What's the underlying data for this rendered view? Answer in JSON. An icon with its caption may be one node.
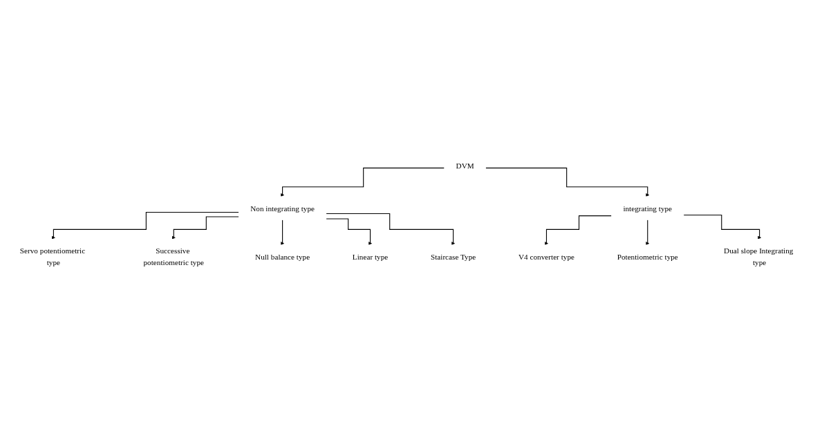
{
  "diagram": {
    "nodes": [
      {
        "text": [
          "DVM"
        ]
      },
      {
        "text": [
          "Non integrating type"
        ]
      },
      {
        "text": [
          "integrating type"
        ]
      },
      {
        "text": [
          "Servo potentiometric type"
        ]
      },
      {
        "text": [
          "Successive potentiometric type"
        ]
      },
      {
        "text": [
          "Null balance type"
        ]
      },
      {
        "text": [
          "Linear type"
        ]
      },
      {
        "text": [
          "Staircase Type"
        ]
      },
      {
        "text": [
          "V4 converter type"
        ]
      },
      {
        "text": [
          "Potentiometric type"
        ]
      },
      {
        "text": [
          "Dual slope Integrating type"
        ]
      }
    ],
    "edges": [
      {
        "from": 0,
        "to": 1,
        "arrow": "to"
      },
      {
        "from": 0,
        "to": 2,
        "arrow": "to"
      },
      {
        "from": 1,
        "to": 3,
        "arrow": "to"
      },
      {
        "from": 1,
        "to": 4,
        "arrow": "to"
      },
      {
        "from": 1,
        "to": 5,
        "arrow": "to"
      },
      {
        "from": 1,
        "to": 6,
        "arrow": "to"
      },
      {
        "from": 1,
        "to": 7,
        "arrow": "to"
      },
      {
        "from": 2,
        "to": 8,
        "arrow": "to"
      },
      {
        "from": 2,
        "to": 9,
        "arrow": "to"
      },
      {
        "from": 2,
        "to": 10,
        "arrow": "to"
      }
    ]
  }
}
